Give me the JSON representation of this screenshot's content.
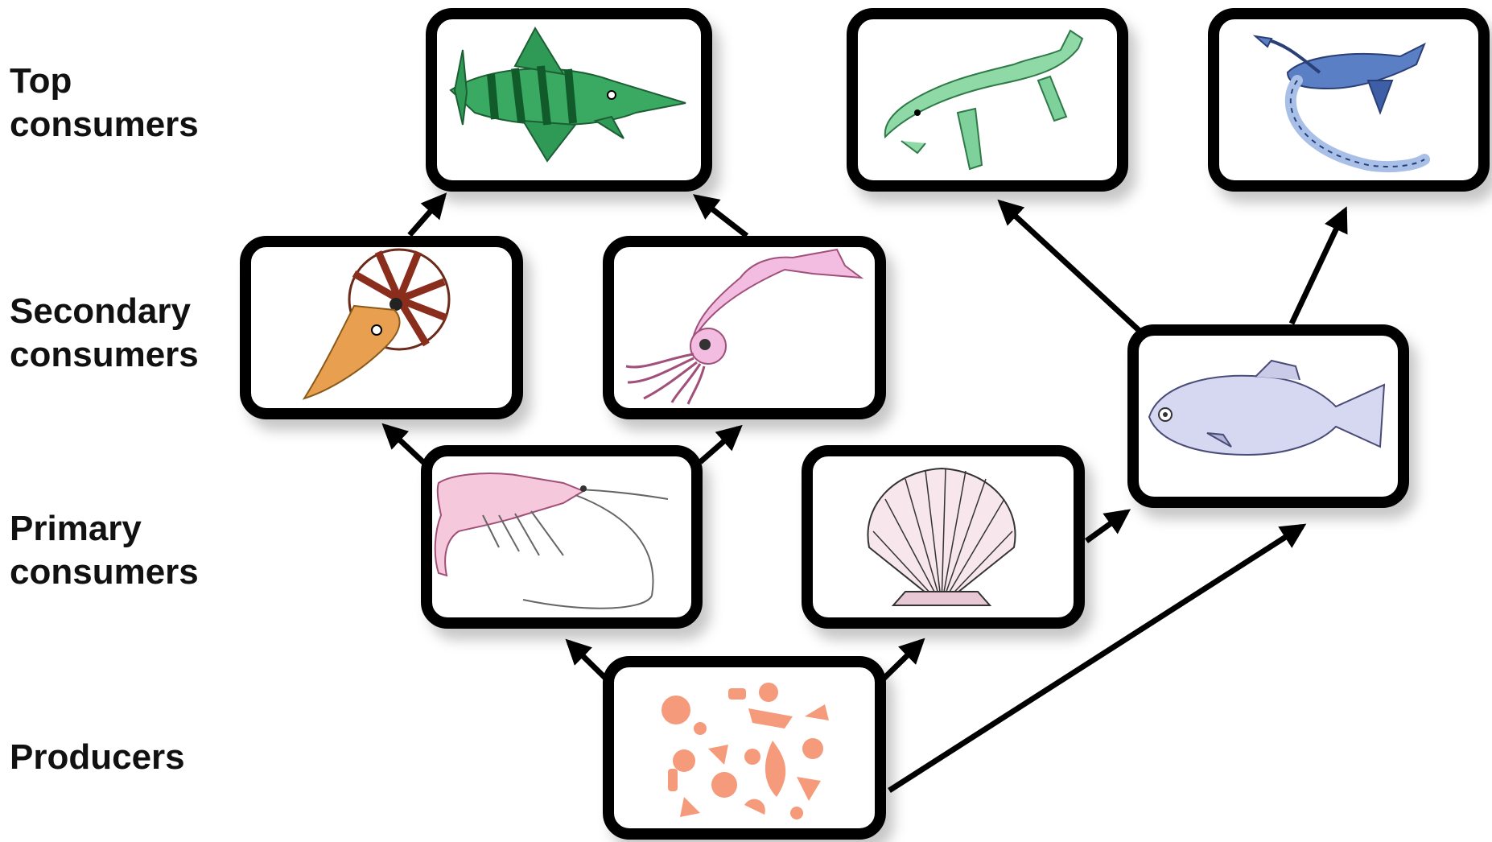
{
  "levels": {
    "top": "Top\nconsumers",
    "secondary": "Secondary\nconsumers",
    "primary": "Primary\nconsumers",
    "producers": "Producers"
  },
  "organisms": [
    {
      "id": "ichthyosaur",
      "icon": "ichthyosaur-icon",
      "level": "top"
    },
    {
      "id": "crocodile",
      "icon": "marine-crocodile-icon",
      "level": "top"
    },
    {
      "id": "plesiosaur",
      "icon": "plesiosaur-icon",
      "level": "top"
    },
    {
      "id": "nautilus",
      "icon": "nautilus-icon",
      "level": "secondary"
    },
    {
      "id": "squid",
      "icon": "squid-icon",
      "level": "secondary"
    },
    {
      "id": "fish",
      "icon": "fish-icon",
      "level": "secondary"
    },
    {
      "id": "shrimp",
      "icon": "shrimp-icon",
      "level": "primary"
    },
    {
      "id": "scallop",
      "icon": "scallop-icon",
      "level": "primary"
    },
    {
      "id": "plankton",
      "icon": "plankton-icon",
      "level": "producers"
    }
  ],
  "links": [
    [
      "plankton",
      "shrimp"
    ],
    [
      "plankton",
      "scallop"
    ],
    [
      "plankton",
      "fish"
    ],
    [
      "shrimp",
      "nautilus"
    ],
    [
      "shrimp",
      "squid"
    ],
    [
      "scallop",
      "fish"
    ],
    [
      "nautilus",
      "ichthyosaur"
    ],
    [
      "squid",
      "ichthyosaur"
    ],
    [
      "fish",
      "crocodile"
    ],
    [
      "fish",
      "plesiosaur"
    ]
  ],
  "colors": {
    "ichthyosaur": "#2e9a55",
    "crocodile": "#7fd19b",
    "plesiosaur": "#5a7fc4",
    "nautilus": "#e8a050",
    "squid": "#f2bde0",
    "fish": "#c9cbe8",
    "shrimp": "#f0a8c8",
    "scallop": "#f4dde4",
    "plankton": "#f59a7a"
  }
}
